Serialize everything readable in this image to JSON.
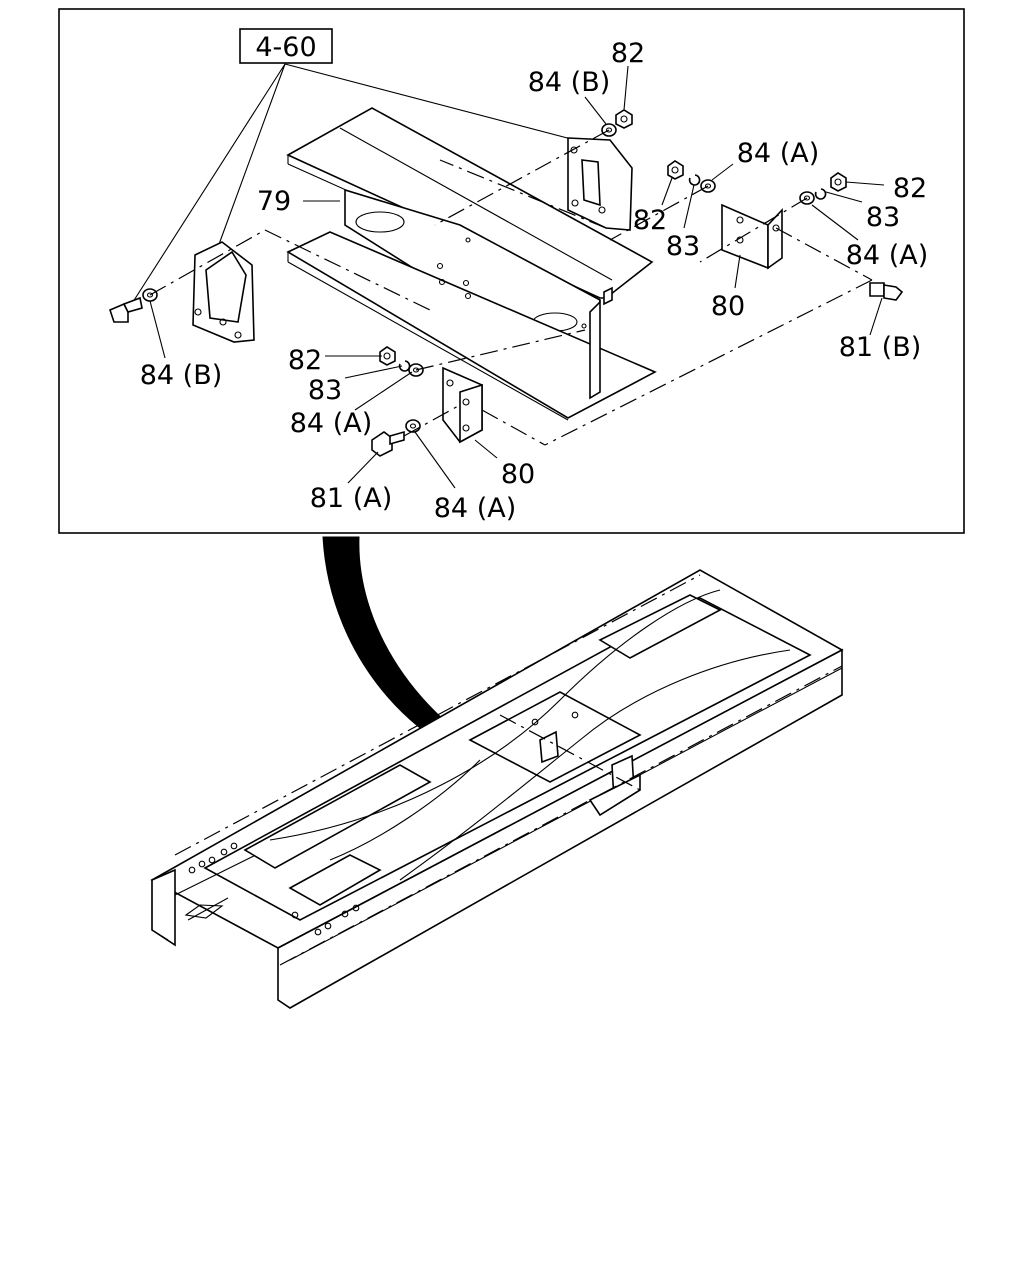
{
  "reference_box": "4-60",
  "callouts": {
    "c79": "79",
    "c80_right": "80",
    "c80_left": "80",
    "c81b": "81 (B)",
    "c81a": "81 (A)",
    "c82_top": "82",
    "c82_mid": "82",
    "c82_right": "82",
    "c82_left": "82",
    "c83_mid": "83",
    "c83_right": "83",
    "c83_left": "83",
    "c84b_top": "84 (B)",
    "c84b_left": "84 (B)",
    "c84a_top": "84 (A)",
    "c84a_right": "84 (A)",
    "c84a_left": "84 (A)",
    "c84a_bottom": "84 (A)"
  }
}
